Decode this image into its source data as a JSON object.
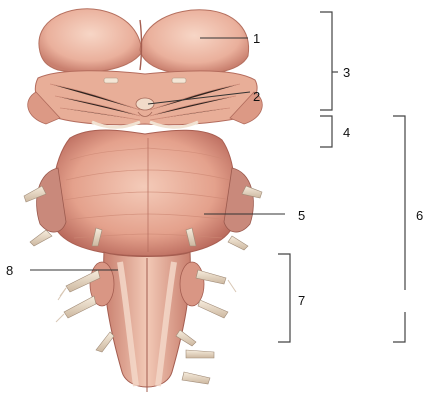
{
  "figure": {
    "subject": "brainstem-anterior-view",
    "palette": {
      "tissue_light": "#f2c6b4",
      "tissue_mid": "#e7a892",
      "tissue_dark": "#b9675a",
      "nerve": "#efe3cf",
      "background": "#ffffff"
    }
  },
  "labels": [
    {
      "id": "label-1",
      "text": "1"
    },
    {
      "id": "label-2",
      "text": "2"
    },
    {
      "id": "label-3",
      "text": "3"
    },
    {
      "id": "label-4",
      "text": "4"
    },
    {
      "id": "label-5",
      "text": "5"
    },
    {
      "id": "label-6",
      "text": "6"
    },
    {
      "id": "label-7",
      "text": "7"
    },
    {
      "id": "label-8",
      "text": "8"
    }
  ]
}
